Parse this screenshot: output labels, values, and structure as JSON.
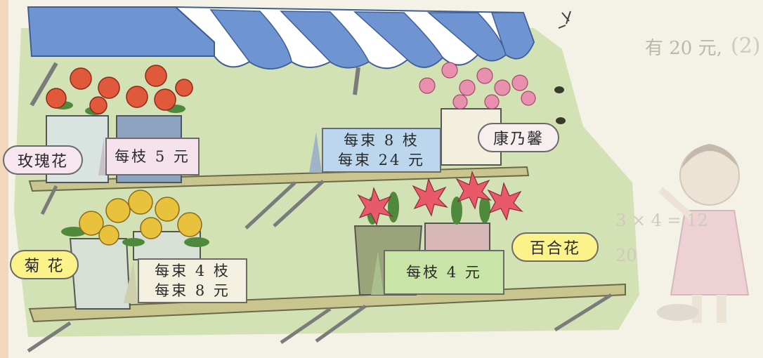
{
  "background_text": {
    "question_number": "(2)",
    "question_text": "有 20 元,",
    "calc_line_1": "3 × 4 = 12",
    "calc_line_2": "20"
  },
  "flowers": {
    "rose": {
      "name": "玫瑰花",
      "price_line_1": "每枝 5 元"
    },
    "carnation": {
      "name": "康乃馨",
      "price_line_1": "每束 8 枝",
      "price_line_2": "每束 24 元"
    },
    "chrysanthemum": {
      "name": "菊 花",
      "price_line_1": "每束 4 枝",
      "price_line_2": "每束 8 元"
    },
    "lily": {
      "name": "百合花",
      "price_line_1": "每枝 4 元"
    }
  },
  "colors": {
    "awning_blue": "#6e95d2",
    "shelf": "#c8c68e",
    "card": "#f3f0e0",
    "rose_label": "#f7e6ef",
    "carnation_label": "#f7eef0",
    "yellow_label": "#fbf28a",
    "lily_card": "#c8e4a6",
    "carnation_card": "#bcd6ee",
    "rose_card": "#f6e2ec"
  }
}
